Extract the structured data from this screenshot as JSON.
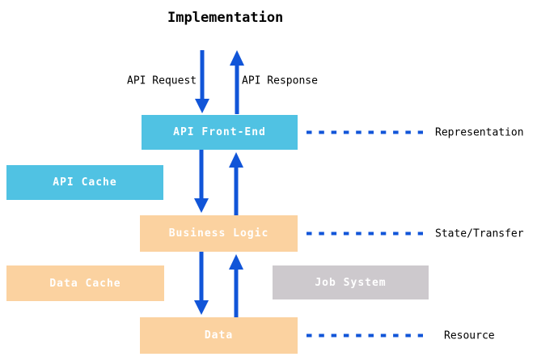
{
  "title": "Implementation",
  "colors": {
    "arrow_blue": "#1155d8",
    "box_cyan": "#50c2e3",
    "box_peach": "#fbd2a0",
    "box_gray": "#cdc9cd",
    "label_black": "#000000",
    "box_text": "#ffffff"
  },
  "edge_labels": {
    "api_request": "API Request",
    "api_response": "API Response"
  },
  "boxes": {
    "api_front_end": {
      "label": "API Front-End",
      "color": "#50c2e3"
    },
    "api_cache": {
      "label": "API Cache",
      "color": "#50c2e3"
    },
    "business_logic": {
      "label": "Business Logic",
      "color": "#fbd2a0"
    },
    "data_cache": {
      "label": "Data Cache",
      "color": "#fbd2a0"
    },
    "job_system": {
      "label": "Job System",
      "color": "#cdc9cd"
    },
    "data": {
      "label": "Data",
      "color": "#fbd2a0"
    }
  },
  "layer_labels": {
    "representation": "Representation",
    "state_transfer": "State/Transfer",
    "resource": "Resource"
  }
}
